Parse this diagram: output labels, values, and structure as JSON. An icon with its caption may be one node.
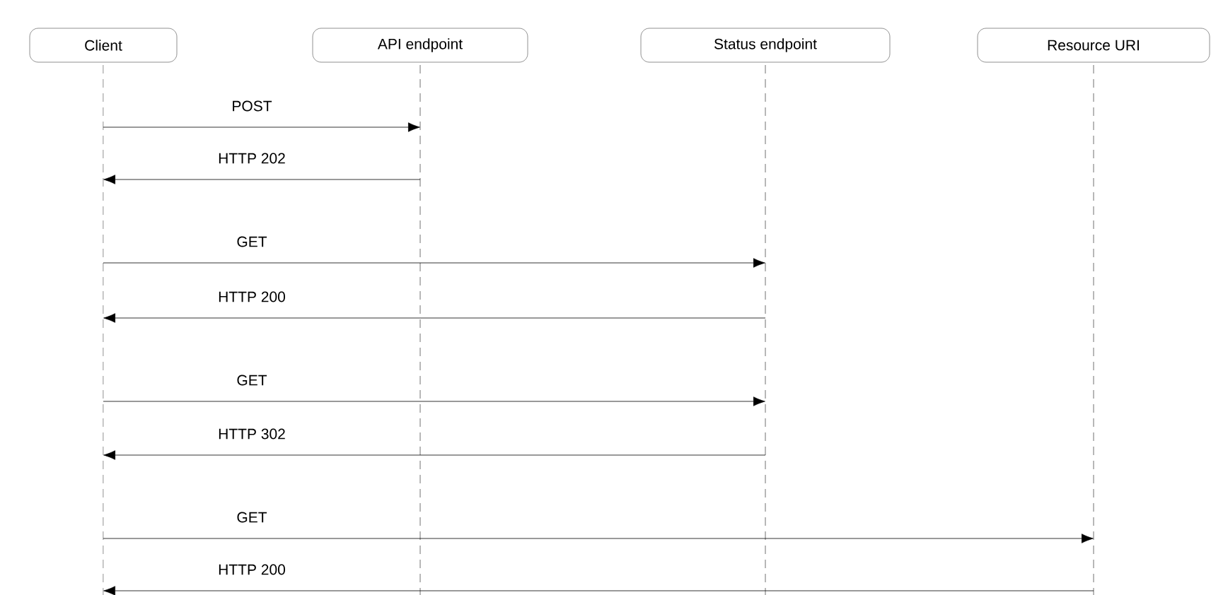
{
  "diagram": {
    "nodes": [
      {
        "text": [
          "Client"
        ]
      },
      {
        "text": [
          "API endpoint"
        ]
      },
      {
        "text": [
          "Status endpoint"
        ]
      },
      {
        "text": [
          "Resource URI"
        ]
      },
      {
        "text": [],
        "shape": "line"
      },
      {
        "text": [],
        "shape": "line"
      },
      {
        "text": [],
        "shape": "line"
      },
      {
        "text": [],
        "shape": "line"
      }
    ],
    "edges": [
      {
        "from": 4,
        "to": 5,
        "arrow": "to",
        "label": "POST"
      },
      {
        "from": 5,
        "to": 4,
        "arrow": "to",
        "label": "HTTP 202"
      },
      {
        "from": 4,
        "to": 6,
        "arrow": "to",
        "label": "GET"
      },
      {
        "from": 6,
        "to": 4,
        "arrow": "to",
        "label": "HTTP 200"
      },
      {
        "from": 4,
        "to": 6,
        "arrow": "to",
        "label": "GET"
      },
      {
        "from": 6,
        "to": 4,
        "arrow": "to",
        "label": "HTTP 302"
      },
      {
        "from": 4,
        "to": 7,
        "arrow": "to",
        "label": "GET"
      },
      {
        "from": 7,
        "to": 4,
        "arrow": "to",
        "label": "HTTP 200"
      }
    ]
  }
}
